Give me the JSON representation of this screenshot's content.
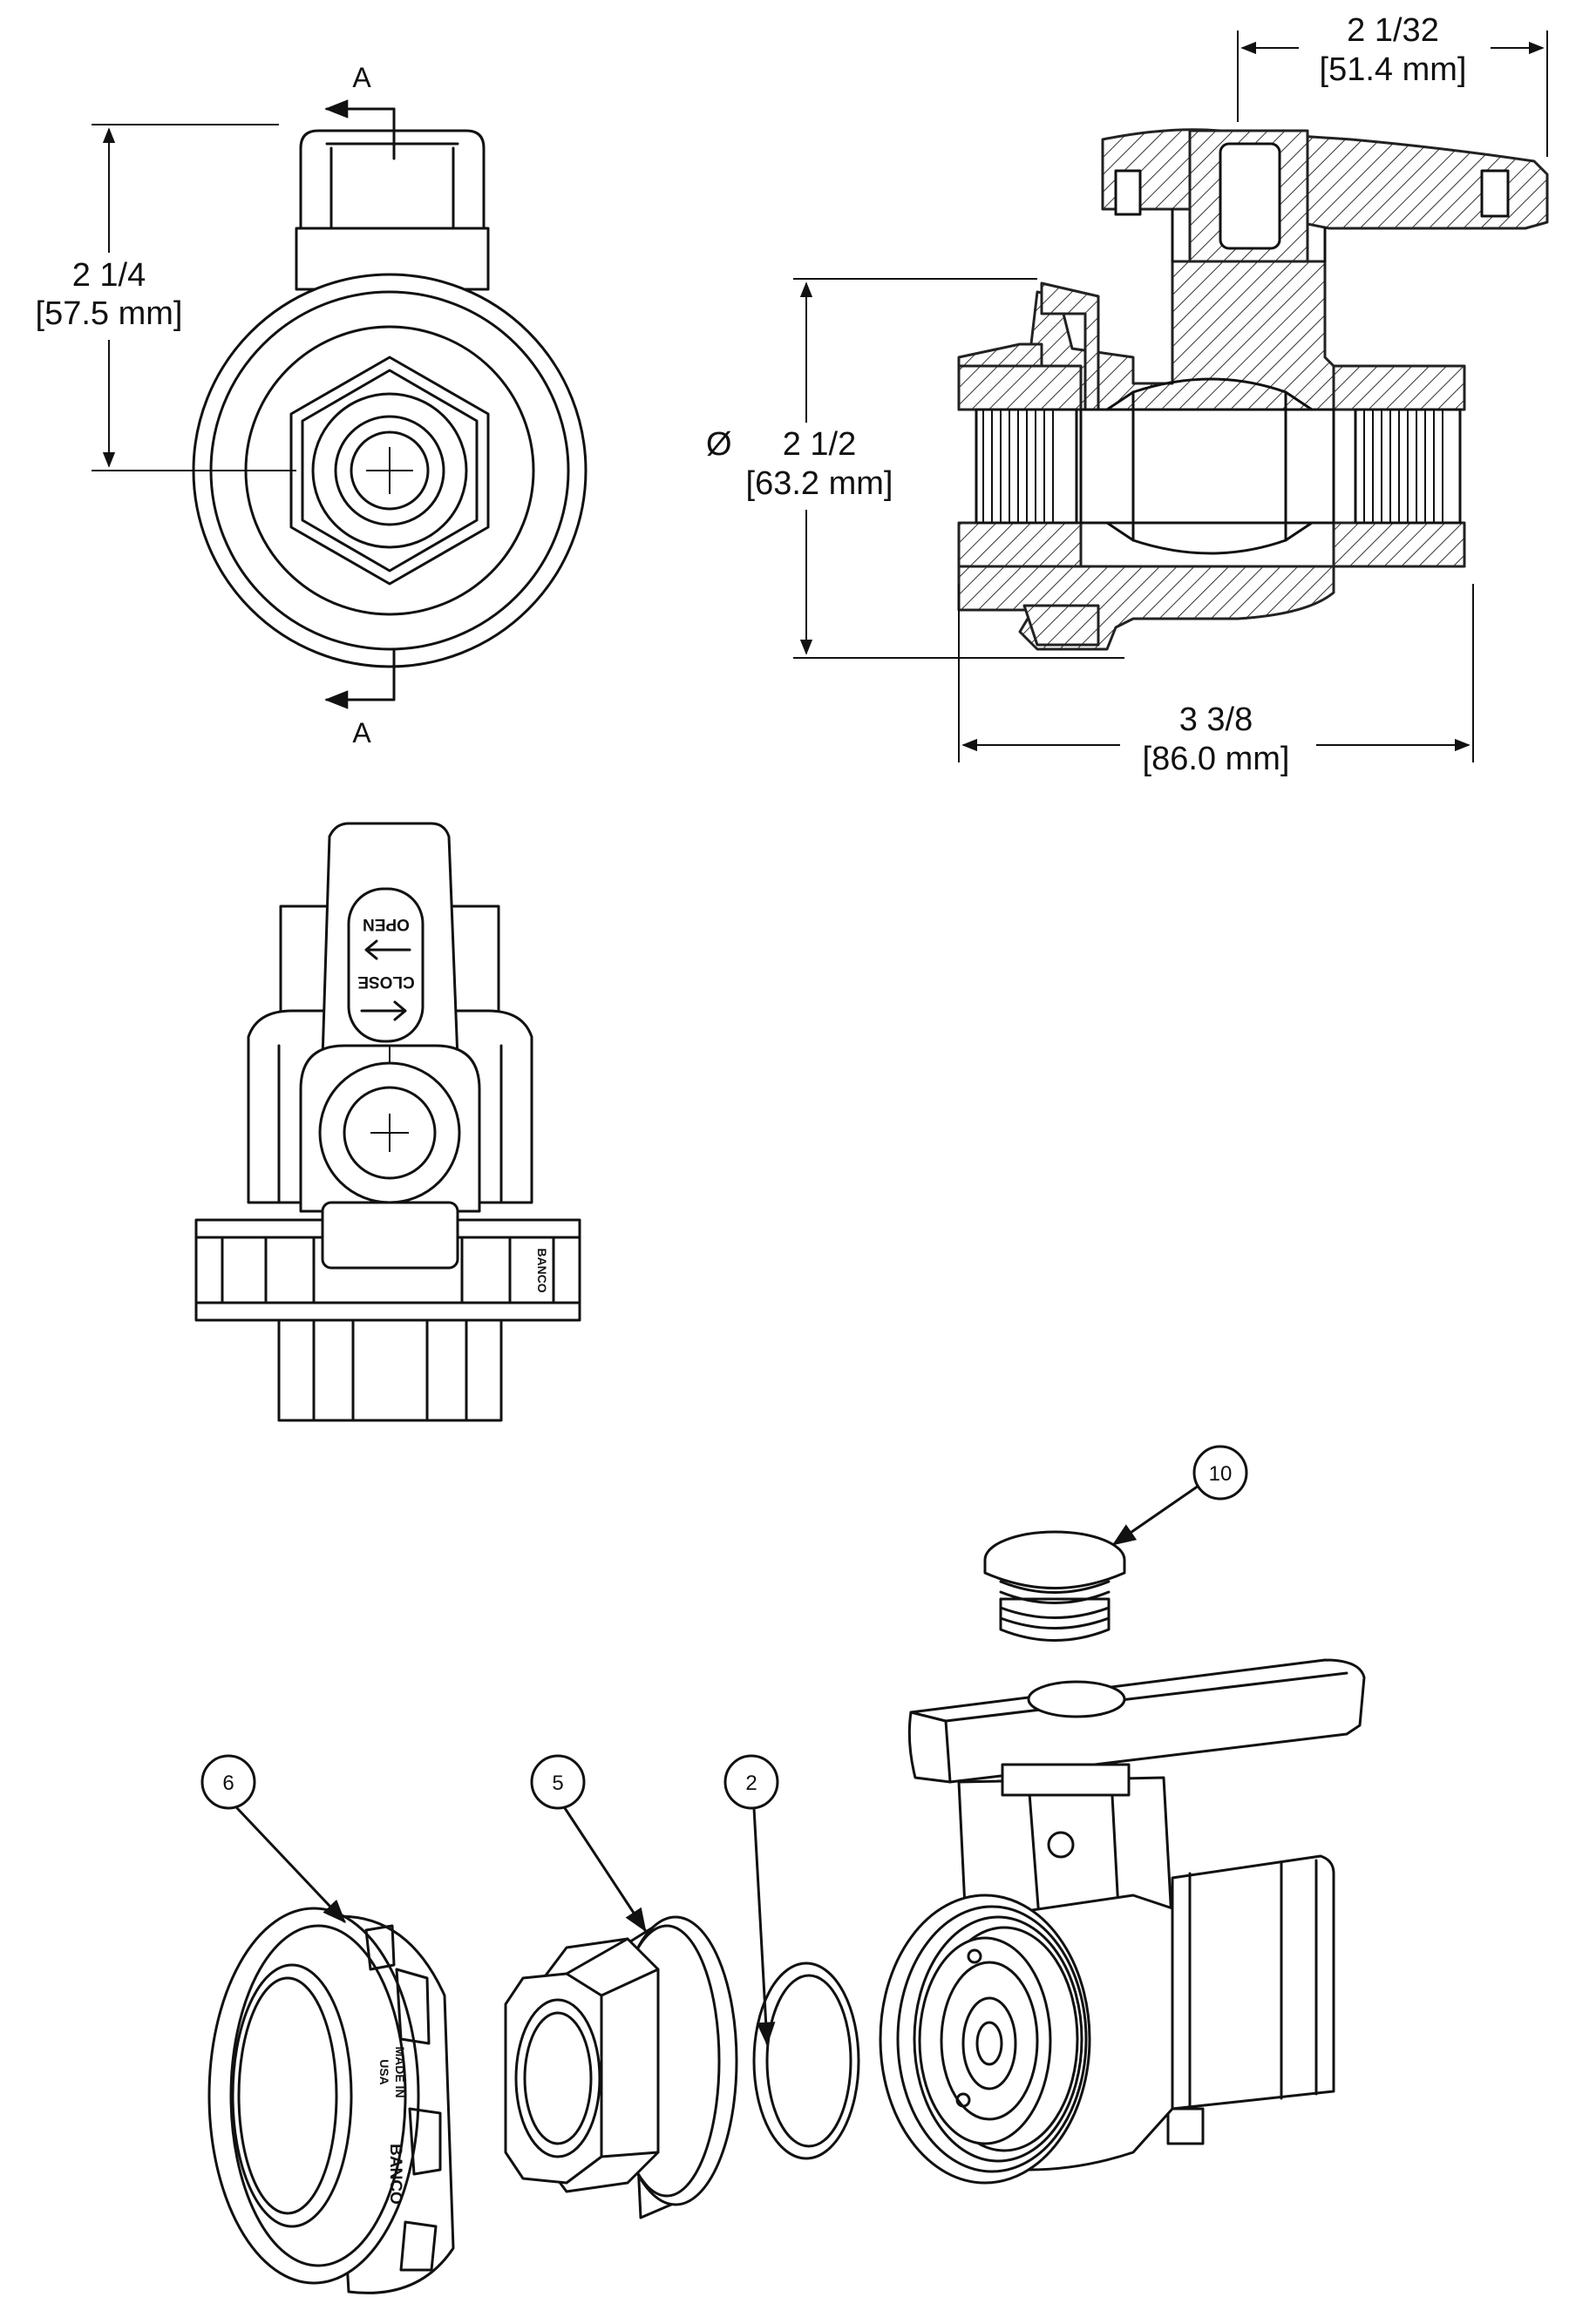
{
  "section_marker": {
    "label": "A"
  },
  "dimensions": {
    "height": {
      "value": "2 1/4",
      "metric": "[57.5 mm]"
    },
    "diameter": {
      "symbol": "Ø",
      "value": "2 1/2",
      "metric": "[63.2 mm]"
    },
    "handle_offset": {
      "value": "2 1/32",
      "metric": "[51.4 mm]"
    },
    "length": {
      "value": "3 3/8",
      "metric": "[86.0 mm]"
    }
  },
  "handle": {
    "open": "OPEN",
    "close": "CLOSE"
  },
  "nut_marking": {
    "brand": "BANCO",
    "model_lines": [
      "MADE IN",
      "USA"
    ]
  },
  "parts": [
    {
      "number": "10"
    },
    {
      "number": "6"
    },
    {
      "number": "5"
    },
    {
      "number": "2"
    }
  ],
  "line_color": "#111111"
}
